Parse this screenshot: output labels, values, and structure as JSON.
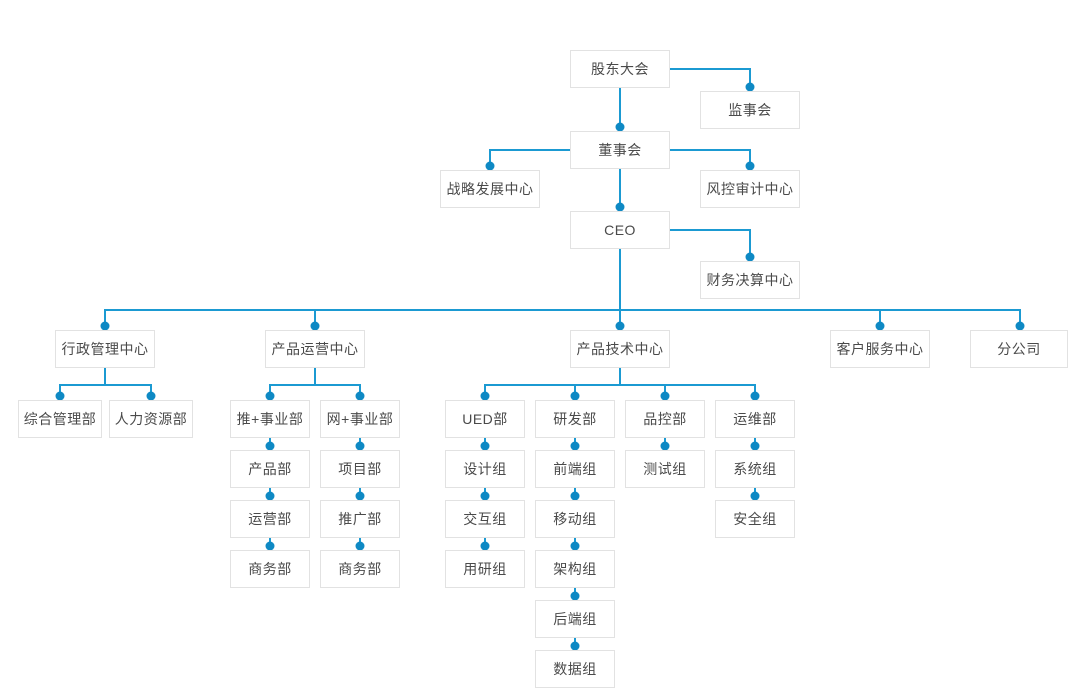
{
  "diagram": {
    "type": "org-chart",
    "colors": {
      "connector_line": "#1b9ad2",
      "connector_dot": "#0e89c4",
      "box_border": "#e2e2e2",
      "box_background": "#ffffff",
      "text": "#4a4a4a"
    },
    "nodes": {
      "shareholders": {
        "label": "股东大会"
      },
      "supervisory": {
        "label": "监事会"
      },
      "board": {
        "label": "董事会"
      },
      "strategy": {
        "label": "战略发展中心"
      },
      "risk_audit": {
        "label": "风控审计中心"
      },
      "ceo": {
        "label": "CEO"
      },
      "finance": {
        "label": "财务决算中心"
      },
      "admin_center": {
        "label": "行政管理中心"
      },
      "general_mgmt": {
        "label": "综合管理部"
      },
      "hr": {
        "label": "人力资源部"
      },
      "product_ops_center": {
        "label": "产品运营中心"
      },
      "tui_division": {
        "label": "推+事业部"
      },
      "wang_division": {
        "label": "网+事业部"
      },
      "product_dept": {
        "label": "产品部"
      },
      "operations_dept": {
        "label": "运营部"
      },
      "business_dept_tui": {
        "label": "商务部"
      },
      "project_dept": {
        "label": "项目部"
      },
      "promotion_dept": {
        "label": "推广部"
      },
      "business_dept_wang": {
        "label": "商务部"
      },
      "tech_center": {
        "label": "产品技术中心"
      },
      "ued_dept": {
        "label": "UED部"
      },
      "rnd_dept": {
        "label": "研发部"
      },
      "qc_dept": {
        "label": "品控部"
      },
      "ops_dept": {
        "label": "运维部"
      },
      "design_group": {
        "label": "设计组"
      },
      "interaction_group": {
        "label": "交互组"
      },
      "user_research_group": {
        "label": "用研组"
      },
      "frontend_group": {
        "label": "前端组"
      },
      "mobile_group": {
        "label": "移动组"
      },
      "architecture_group": {
        "label": "架构组"
      },
      "backend_group": {
        "label": "后端组"
      },
      "data_group": {
        "label": "数据组"
      },
      "testing_group": {
        "label": "测试组"
      },
      "system_group": {
        "label": "系统组"
      },
      "security_group": {
        "label": "安全组"
      },
      "customer_service_center": {
        "label": "客户服务中心"
      },
      "branch_company": {
        "label": "分公司"
      }
    },
    "hierarchy": {
      "root": "shareholders",
      "children": {
        "shareholders": [
          "supervisory",
          "board"
        ],
        "board": [
          "strategy",
          "risk_audit",
          "ceo"
        ],
        "ceo": [
          "finance",
          "admin_center",
          "product_ops_center",
          "tech_center",
          "customer_service_center",
          "branch_company"
        ],
        "admin_center": [
          "general_mgmt",
          "hr"
        ],
        "product_ops_center": [
          "tui_division",
          "wang_division"
        ],
        "tui_division": [
          "product_dept",
          "operations_dept",
          "business_dept_tui"
        ],
        "wang_division": [
          "project_dept",
          "promotion_dept",
          "business_dept_wang"
        ],
        "tech_center": [
          "ued_dept",
          "rnd_dept",
          "qc_dept",
          "ops_dept"
        ],
        "ued_dept": [
          "design_group",
          "interaction_group",
          "user_research_group"
        ],
        "rnd_dept": [
          "frontend_group",
          "mobile_group",
          "architecture_group",
          "backend_group",
          "data_group"
        ],
        "qc_dept": [
          "testing_group"
        ],
        "ops_dept": [
          "system_group",
          "security_group"
        ]
      }
    }
  }
}
